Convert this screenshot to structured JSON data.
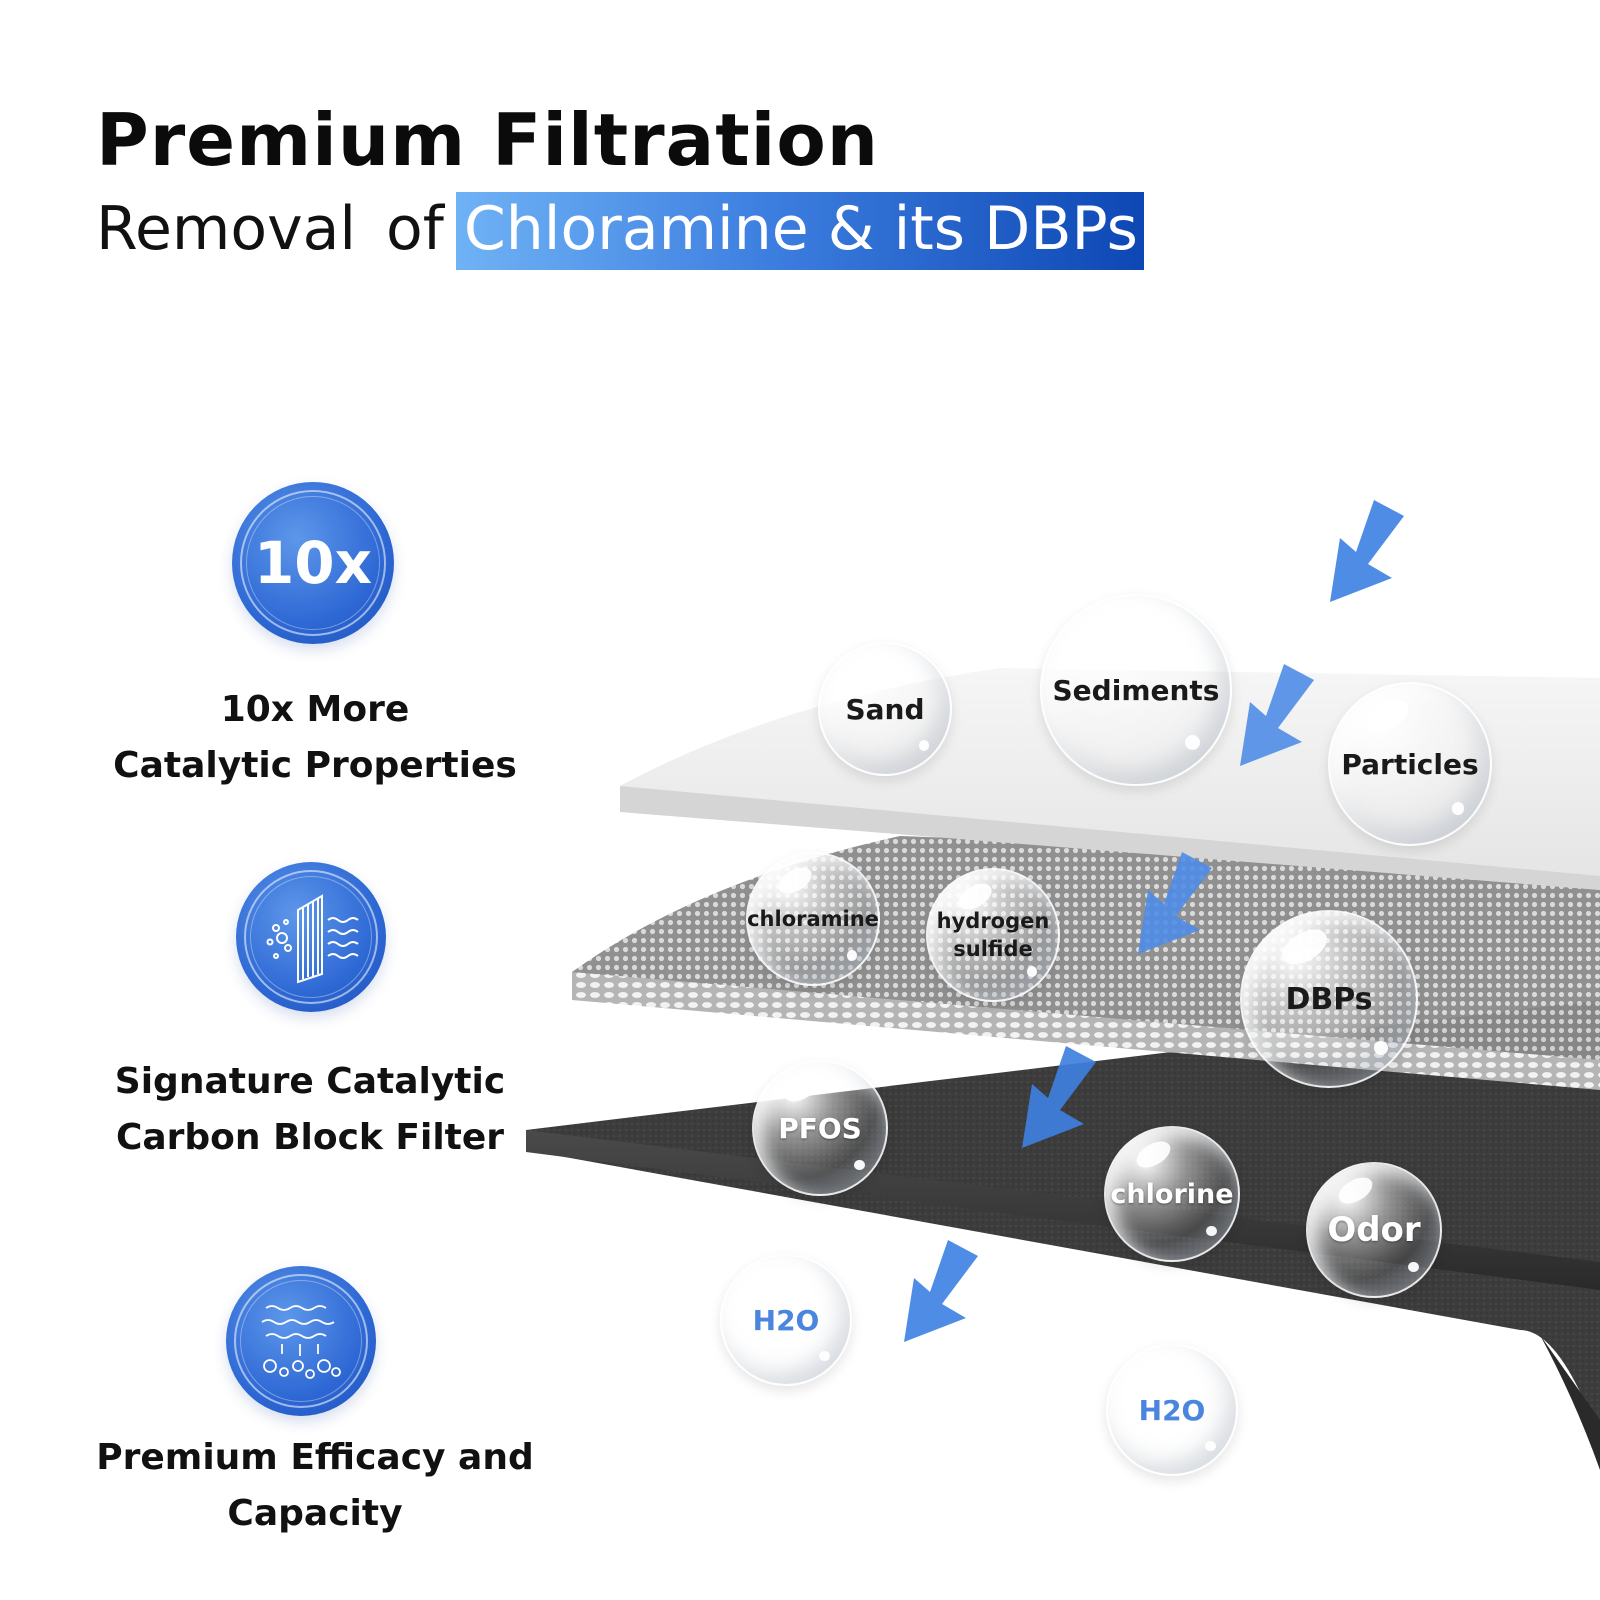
{
  "header": {
    "title": "Premium Filtration",
    "subtitle_plain_1": "Removal",
    "subtitle_plain_2": "of",
    "subtitle_highlight": "Chloramine & its DBPs"
  },
  "features": [
    {
      "icon_text": "10x",
      "line1": "10x More",
      "line2": "Catalytic Properties"
    },
    {
      "icon": "filter-layers-icon",
      "line1": "Signature Catalytic",
      "line2": "Carbon Block Filter"
    },
    {
      "icon": "water-particles-icon",
      "line1": "Premium Efficacy and",
      "line2": "Capacity"
    }
  ],
  "bubbles": {
    "sand": "Sand",
    "sediments": "Sediments",
    "particles": "Particles",
    "chloramine": "chloramine",
    "hydrogen_sulfide_1": "hydrogen",
    "hydrogen_sulfide_2": "sulfide",
    "dbps": "DBPs",
    "pfos": "PFOS",
    "chlorine": "chlorine",
    "odor": "Odor",
    "h2o_1": "H2O",
    "h2o_2": "H2O"
  },
  "colors": {
    "accent": "#2e68d4",
    "highlight_start": "#6fb2f5",
    "highlight_end": "#0d47b4",
    "arrow": "#4f8ce6",
    "h2o_text": "#4a86dd"
  }
}
